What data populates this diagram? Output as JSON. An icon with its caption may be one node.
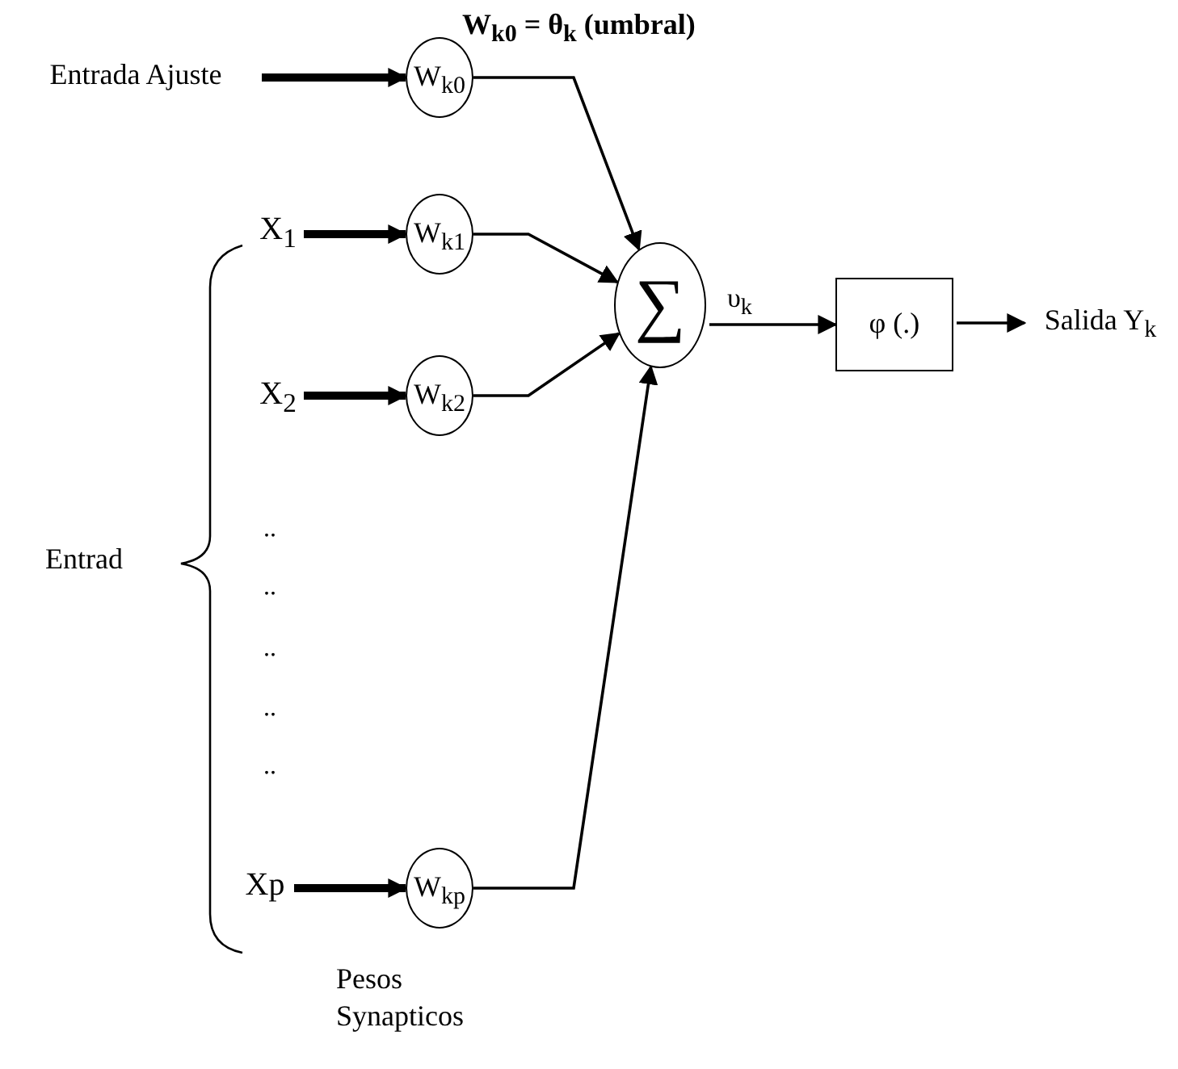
{
  "diagram": {
    "nodes": [
      {
        "text": [
          "Entrada Ajuste"
        ]
      },
      {
        "text": [
          "W$_{k0}$"
        ]
      },
      {
        "text": [
          "X$_{1}$"
        ]
      },
      {
        "text": [
          "W$_{k1}$"
        ]
      },
      {
        "text": [
          "X$_{2}$"
        ]
      },
      {
        "text": [
          "W$_{k2}$"
        ]
      },
      {
        "text": [
          "Xp"
        ]
      },
      {
        "text": [
          "W$_{kp}$"
        ]
      },
      {
        "text": [
          "∑"
        ]
      },
      {
        "text": [
          "φ (.)"
        ]
      },
      {
        "text": [
          "Salida Y$_{k}$"
        ]
      }
    ],
    "edges": [
      {
        "from": 0,
        "to": 1,
        "arrow": "to",
        "style": "thick"
      },
      {
        "from": 2,
        "to": 3,
        "arrow": "to",
        "style": "thick"
      },
      {
        "from": 4,
        "to": 5,
        "arrow": "to",
        "style": "thick"
      },
      {
        "from": 6,
        "to": 7,
        "arrow": "to",
        "style": "thick"
      },
      {
        "from": 1,
        "to": 8,
        "arrow": "to"
      },
      {
        "from": 3,
        "to": 8,
        "arrow": "to"
      },
      {
        "from": 5,
        "to": 8,
        "arrow": "to"
      },
      {
        "from": 7,
        "to": 8,
        "arrow": "to"
      },
      {
        "from": 8,
        "to": 9,
        "arrow": "to",
        "label": "υ$_{k}$"
      },
      {
        "from": 9,
        "to": 10,
        "arrow": "to"
      }
    ],
    "labels": [
      "W$_{k0}$ = θ$_{k}$ (umbral)",
      "Entrad",
      "..",
      "..",
      "..",
      "..",
      "..",
      "Pesos Synapticos"
    ]
  }
}
